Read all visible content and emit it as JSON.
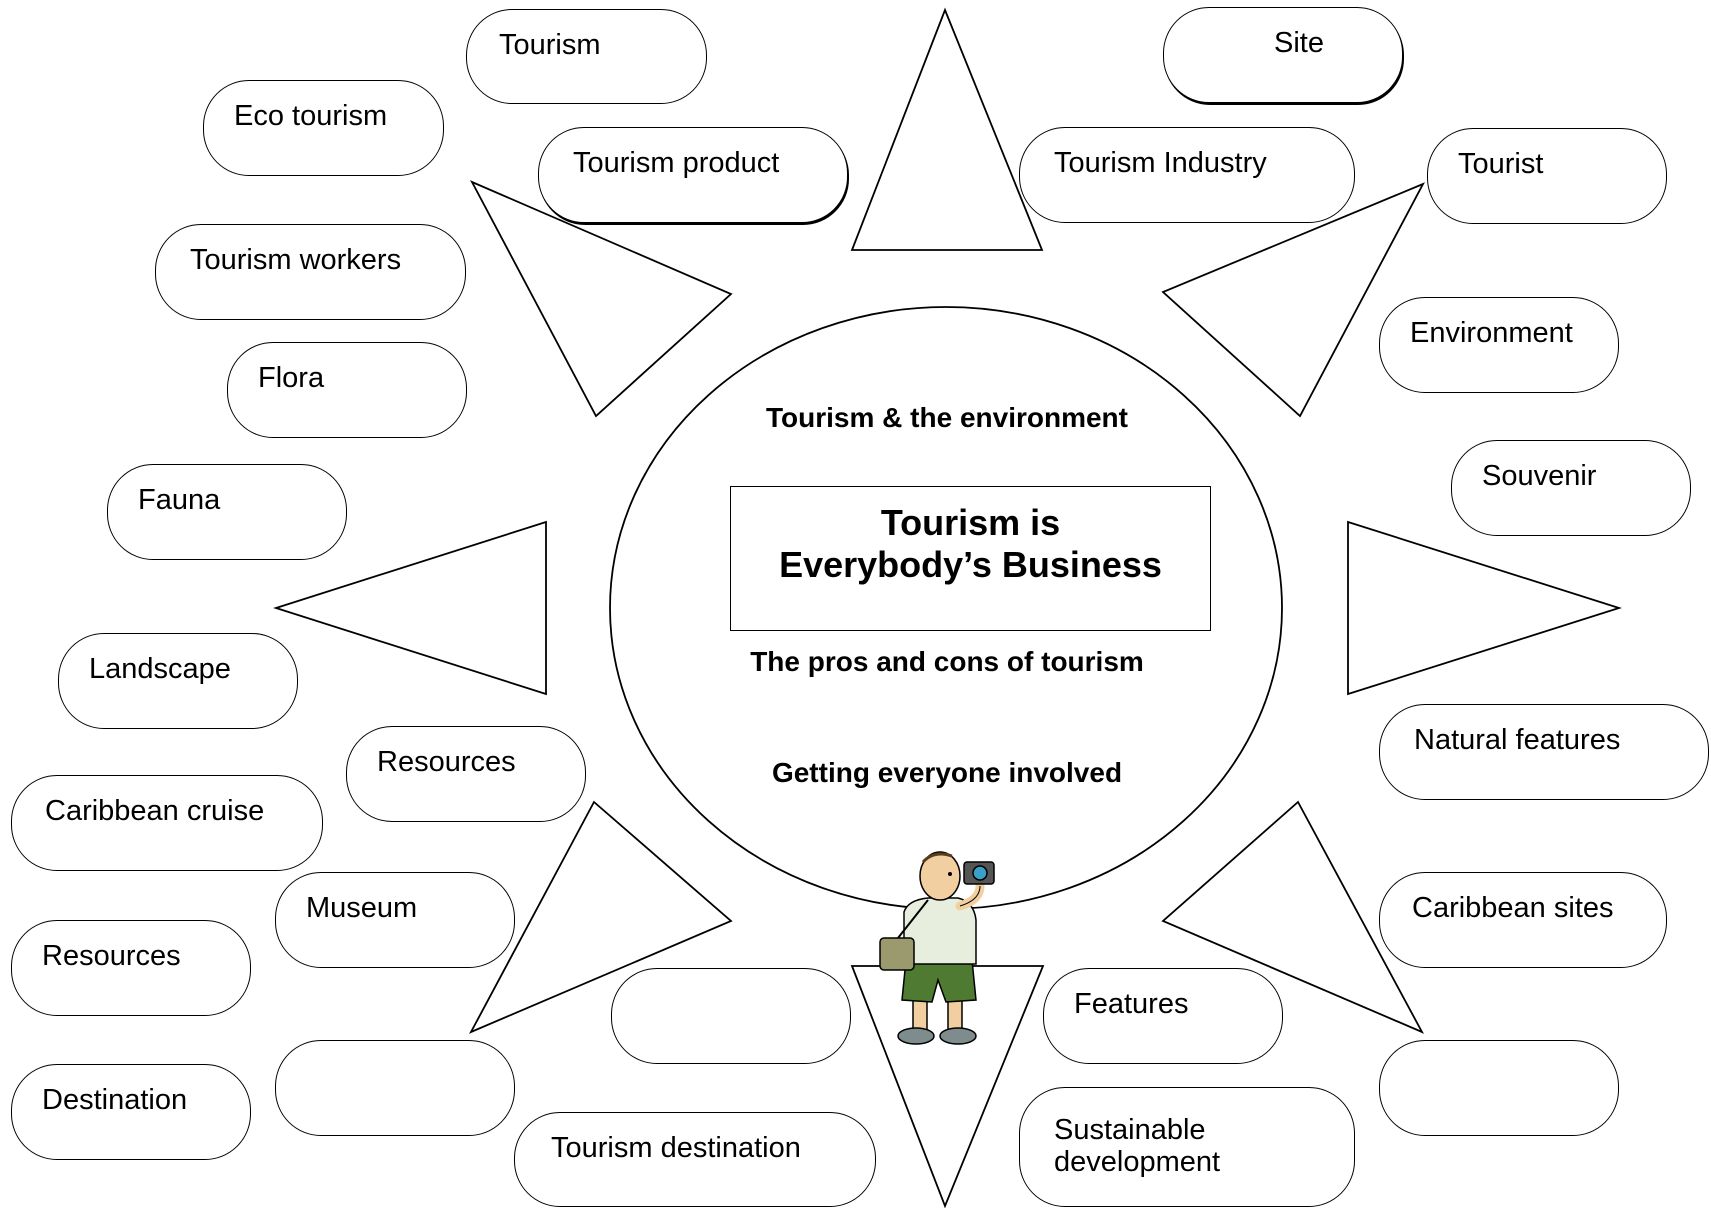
{
  "diagram": {
    "title_line1": "Tourism is",
    "title_line2": "Everybody’s Business",
    "subtopics": {
      "environment": "Tourism & the environment",
      "pros_cons": "The pros and cons of tourism",
      "involved": "Getting everyone involved"
    },
    "tourist_icon": "tourist-with-camera-icon"
  },
  "terms": {
    "tourism": "Tourism",
    "eco_tourism": "Eco tourism",
    "tourism_product": "Tourism product",
    "tourism_workers": "Tourism workers",
    "flora": "Flora",
    "fauna": "Fauna",
    "landscape": "Landscape",
    "resources_1": "Resources",
    "caribbean_cruise": "Caribbean cruise",
    "museum": "Museum",
    "resources_2": "Resources",
    "destination": "Destination",
    "tourism_destination": "Tourism destination",
    "site": "Site",
    "tourism_industry": "Tourism Industry",
    "tourist": "Tourist",
    "environment": "Environment",
    "souvenir": "Souvenir",
    "natural_features": "Natural features",
    "caribbean_sites": "Caribbean sites",
    "features": "Features",
    "sustainable_line1": "Sustainable",
    "sustainable_line2": "development",
    "blank_1": "",
    "blank_2": "",
    "blank_3": ""
  }
}
